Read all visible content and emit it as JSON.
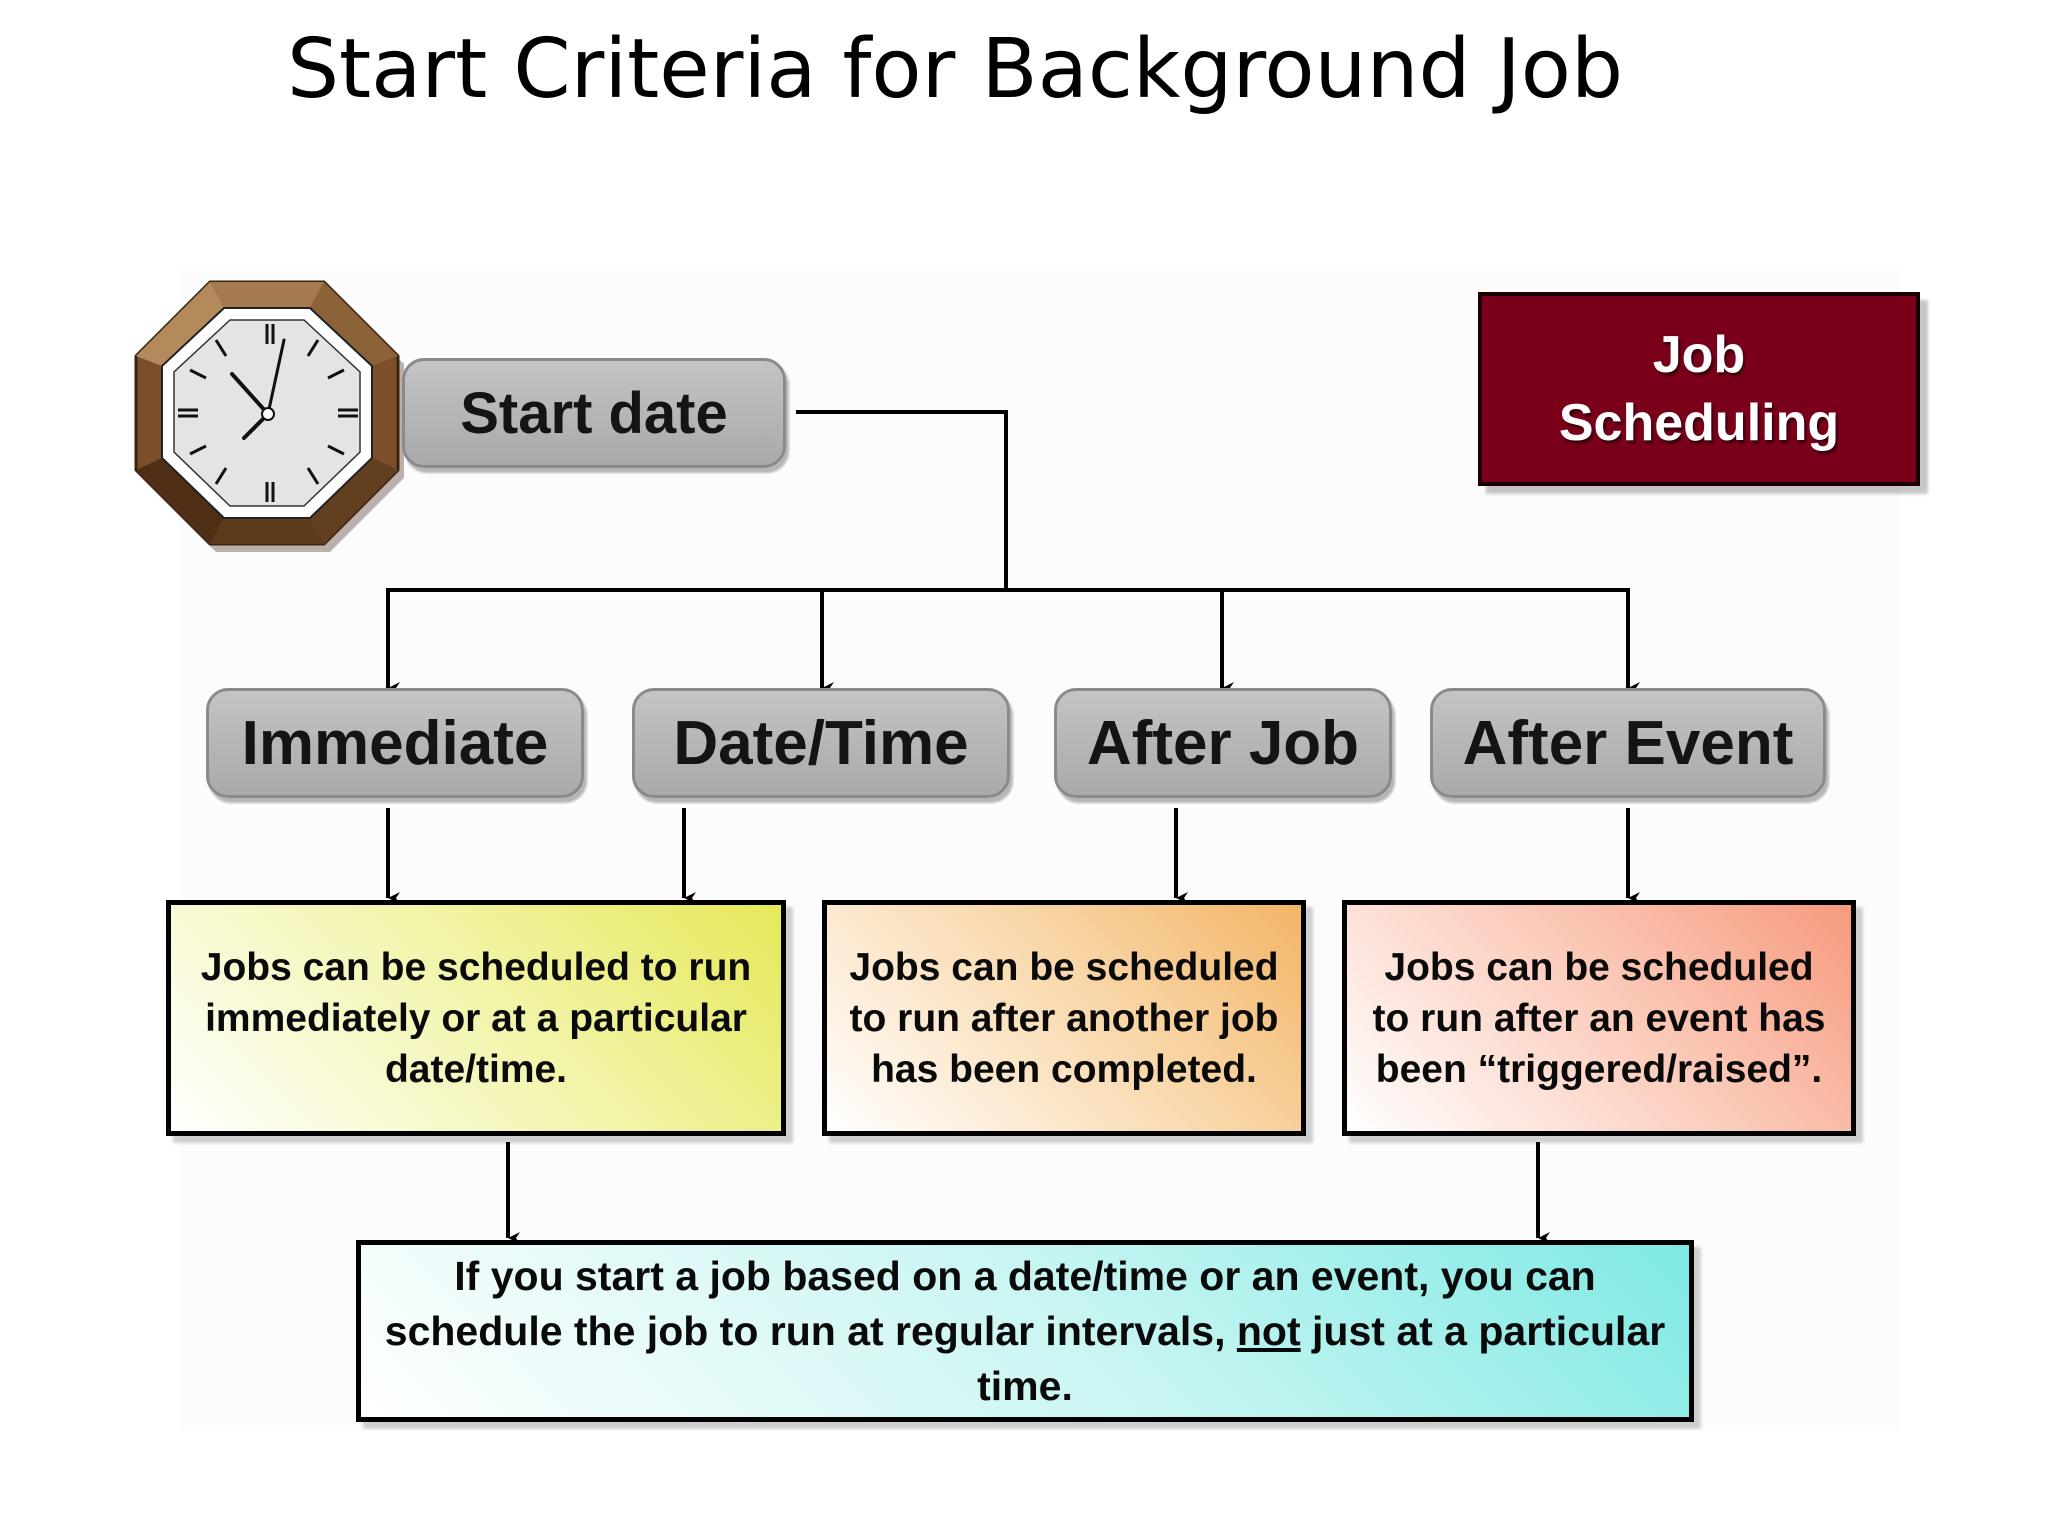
{
  "title": "Start Criteria for Background Job",
  "badge": {
    "line1": "Job",
    "line2": "Scheduling",
    "color": "#7a0019"
  },
  "start_node": {
    "label": "Start date",
    "icon": "clock-icon"
  },
  "options": [
    {
      "label": "Immediate"
    },
    {
      "label": "Date/Time"
    },
    {
      "label": "After Job"
    },
    {
      "label": "After Event"
    }
  ],
  "descriptions": {
    "immediate_datetime": "Jobs can be scheduled to run immediately or at a particular date/time.",
    "after_job": "Jobs can be scheduled to run after another job has been completed.",
    "after_event": "Jobs can be scheduled to run after an event has been “triggered/raised”."
  },
  "note": {
    "part1": "If you start a job based on a date/time or an event, you can schedule the job to run at regular intervals,",
    "emphasis": "not",
    "part2": "just at a particular time."
  }
}
